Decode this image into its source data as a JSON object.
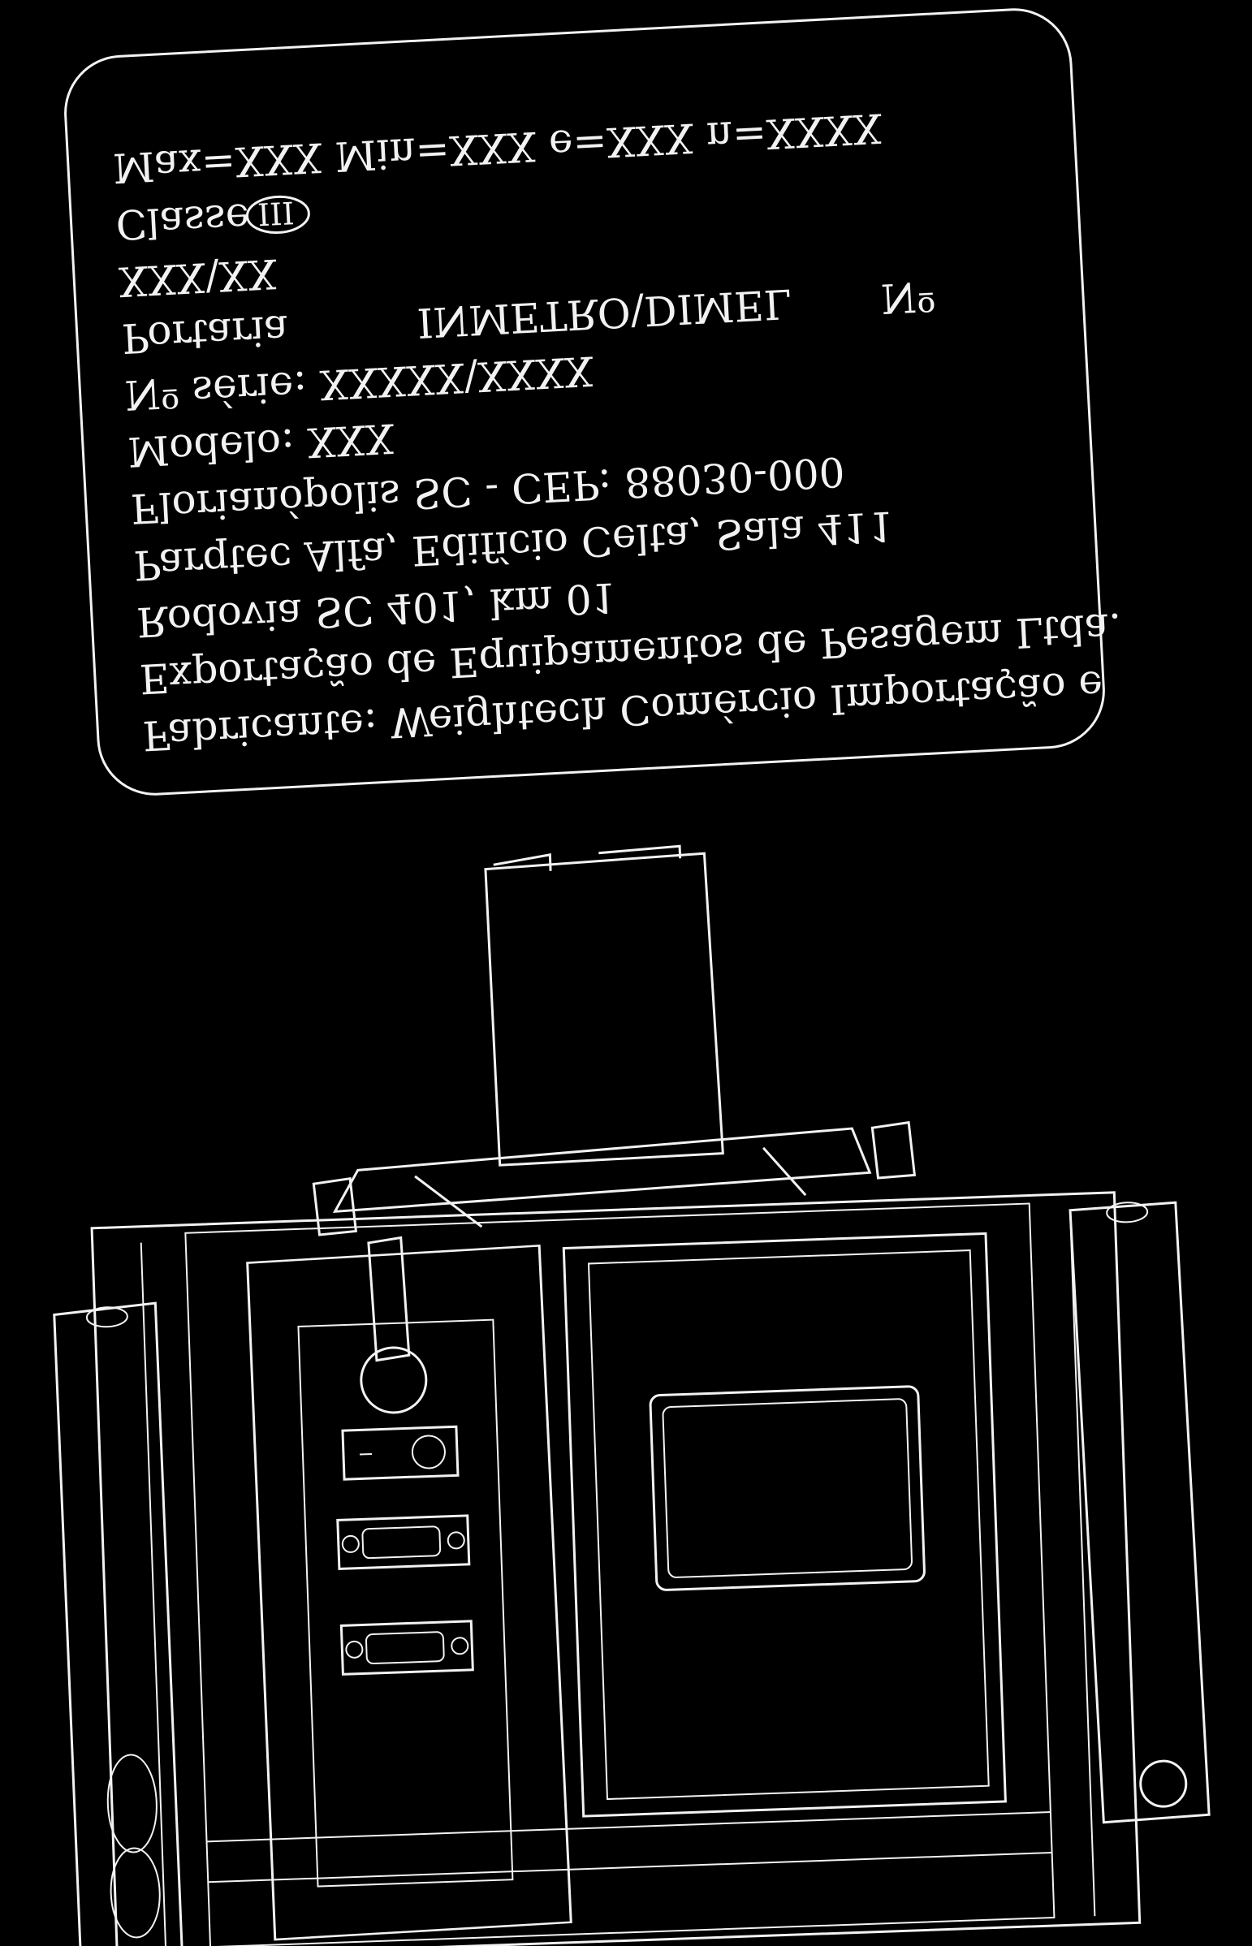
{
  "plate": {
    "lines": [
      "Max=XXX  Min=XXX  e=XXX  n=XXXX",
      "Classe",
      "XXX\\XX",
      "Portaria          INMETRO\\DIMEL       Nº",
      "Nº série: XXXXX\\XXXX",
      "Modelo: XXX",
      "Florianópolis SC - CEP: 88030-000",
      "Parqtec Alfa, Edifício Celta, Sala 411",
      "Rodovia SC 401, km 01",
      "Exportação de Equipamentos de Pesagem Ltda.",
      "Fabricante: Weightech Comércio Importação e"
    ],
    "class_symbol": "III"
  },
  "colors": {
    "background": "#000000",
    "lines": "#f2f2f2"
  }
}
